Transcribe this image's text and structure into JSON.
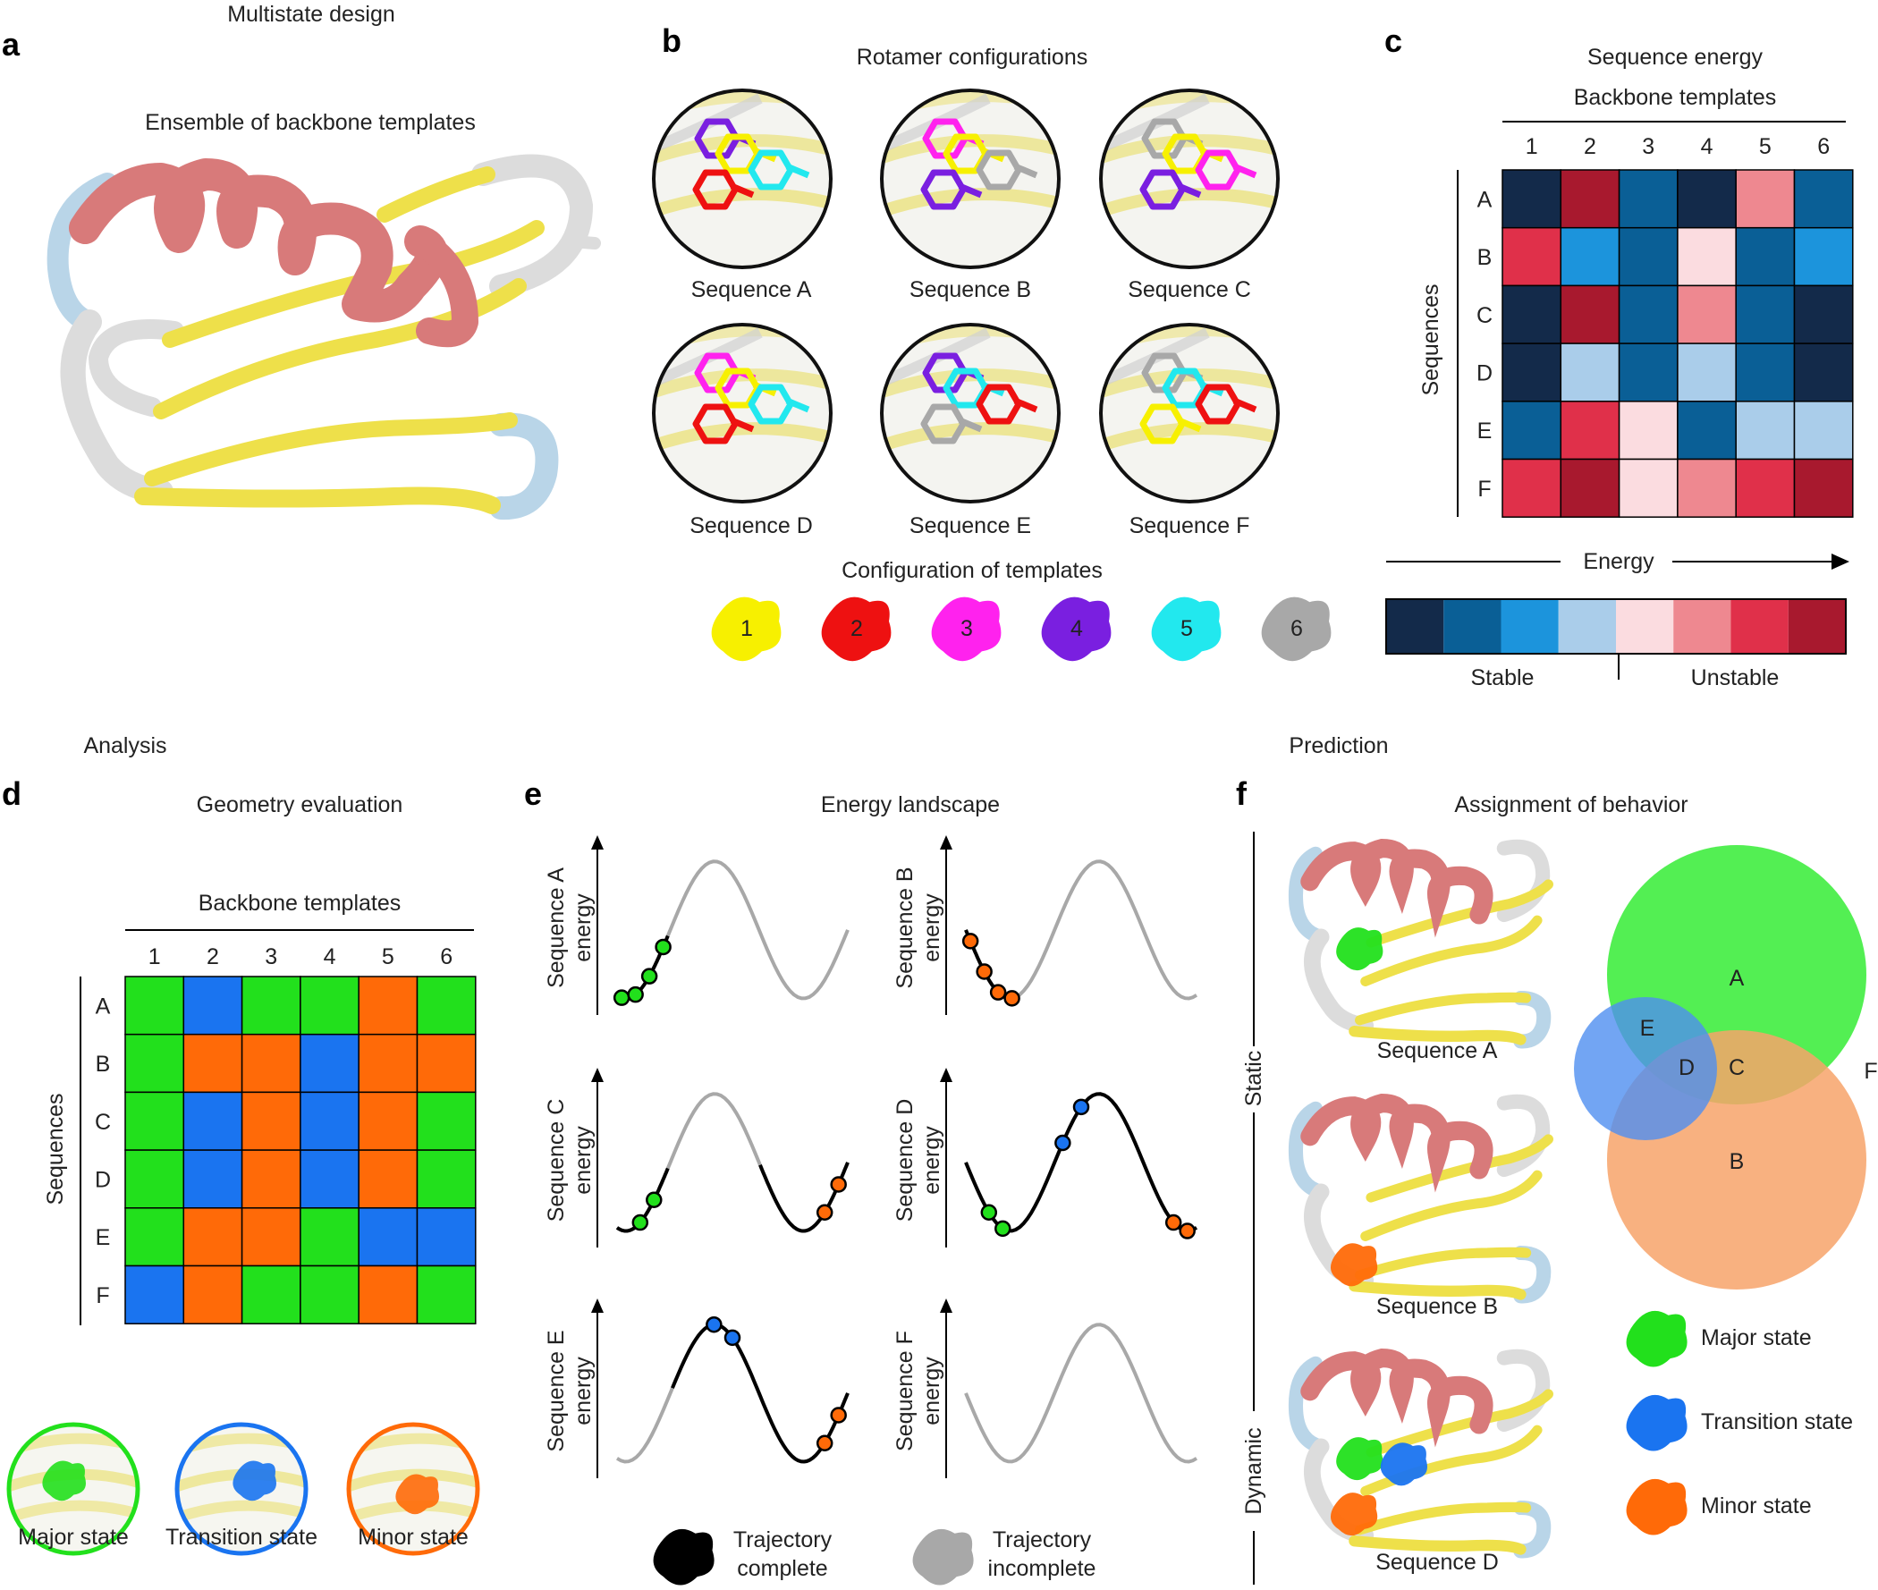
{
  "section_titles": {
    "design": "Multistate design",
    "analysis": "Analysis",
    "prediction": "Prediction"
  },
  "panel_letters": [
    "a",
    "b",
    "c",
    "d",
    "e",
    "f"
  ],
  "panel_a": {
    "title": "Ensemble of backbone templates"
  },
  "panel_b": {
    "title": "Rotamer configurations",
    "sequences": [
      "Sequence A",
      "Sequence B",
      "Sequence C",
      "Sequence D",
      "Sequence E",
      "Sequence F"
    ],
    "config_title": "Configuration of templates",
    "templates": [
      {
        "label": "1",
        "color": "#f7f000"
      },
      {
        "label": "2",
        "color": "#ee1111"
      },
      {
        "label": "3",
        "color": "#ff22ee"
      },
      {
        "label": "4",
        "color": "#7a1fe0"
      },
      {
        "label": "5",
        "color": "#22e8ee"
      },
      {
        "label": "6",
        "color": "#a8a8a8"
      }
    ]
  },
  "panel_c": {
    "title": "Sequence energy",
    "col_header": "Backbone templates",
    "row_header": "Sequences",
    "cols": [
      "1",
      "2",
      "3",
      "4",
      "5",
      "6"
    ],
    "rows": [
      "A",
      "B",
      "C",
      "D",
      "E",
      "F"
    ],
    "palette": [
      "#132a4a",
      "#0a5f96",
      "#1c94dc",
      "#aacdea",
      "#fbdce0",
      "#ee8890",
      "#e0304a",
      "#a8192e"
    ],
    "grid": [
      [
        0,
        7,
        1,
        0,
        5,
        1
      ],
      [
        6,
        2,
        1,
        4,
        1,
        2
      ],
      [
        0,
        7,
        1,
        5,
        1,
        0
      ],
      [
        0,
        3,
        1,
        3,
        1,
        0
      ],
      [
        1,
        6,
        4,
        1,
        3,
        3
      ],
      [
        6,
        7,
        4,
        5,
        6,
        7
      ]
    ],
    "energy_label": "Energy",
    "stable_label": "Stable",
    "unstable_label": "Unstable"
  },
  "panel_d": {
    "title": "Geometry evaluation",
    "col_header": "Backbone templates",
    "row_header": "Sequences",
    "cols": [
      "1",
      "2",
      "3",
      "4",
      "5",
      "6"
    ],
    "rows": [
      "A",
      "B",
      "C",
      "D",
      "E",
      "F"
    ],
    "state_colors": {
      "G": "#22e01c",
      "B": "#1a74f0",
      "O": "#ff6a08"
    },
    "grid": [
      [
        "G",
        "B",
        "G",
        "G",
        "O",
        "G"
      ],
      [
        "G",
        "O",
        "O",
        "B",
        "O",
        "O"
      ],
      [
        "G",
        "B",
        "O",
        "B",
        "O",
        "G"
      ],
      [
        "G",
        "B",
        "O",
        "B",
        "O",
        "G"
      ],
      [
        "G",
        "O",
        "O",
        "G",
        "B",
        "B"
      ],
      [
        "B",
        "O",
        "G",
        "G",
        "O",
        "G"
      ]
    ],
    "states": [
      "Major state",
      "Transition state",
      "Minor state"
    ]
  },
  "panel_e": {
    "title": "Energy landscape",
    "y_labels": [
      [
        "Sequence A",
        "energy"
      ],
      [
        "Sequence B",
        "energy"
      ],
      [
        "Sequence C",
        "energy"
      ],
      [
        "Sequence D",
        "energy"
      ],
      [
        "Sequence E",
        "energy"
      ],
      [
        "Sequence F",
        "energy"
      ]
    ],
    "legend": [
      {
        "lines": [
          "Trajectory",
          "complete"
        ],
        "color": "#000000"
      },
      {
        "lines": [
          "Trajectory",
          "incomplete"
        ],
        "color": "#a8a8a8"
      }
    ]
  },
  "panel_f": {
    "title": "Assignment of behavior",
    "sequences": [
      "Sequence A",
      "Sequence B",
      "Sequence D"
    ],
    "static_label": "Static",
    "dynamic_label": "Dynamic",
    "venn": {
      "labels": [
        "A",
        "B",
        "C",
        "D",
        "E",
        "F"
      ],
      "colors": {
        "major": "#44ee44",
        "minor": "#f7a36a",
        "transition": "#4f8ef0"
      }
    },
    "legend": [
      "Major state",
      "Transition state",
      "Minor state"
    ]
  }
}
